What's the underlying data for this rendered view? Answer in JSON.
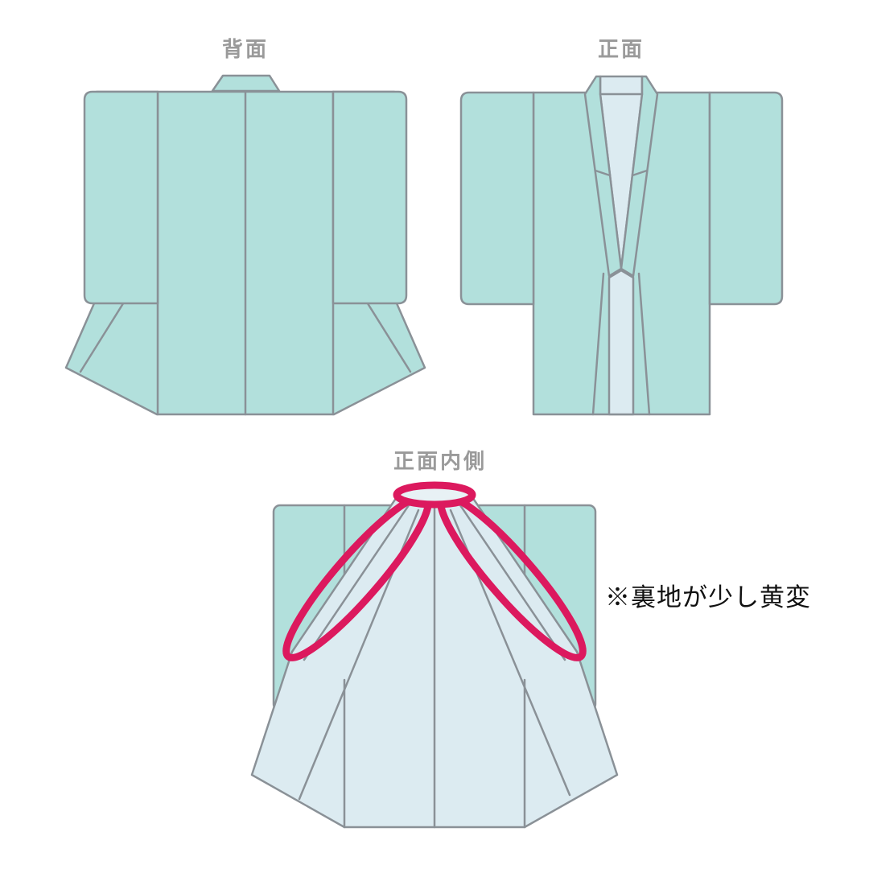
{
  "page": {
    "background": "#ffffff",
    "description": "Kimono condition diagram with back view, front view and inside-front view"
  },
  "diagrams": {
    "back": {
      "label": "背面"
    },
    "front": {
      "label": "正面"
    },
    "inside": {
      "label": "正面内側"
    }
  },
  "note": {
    "text": "※裏地が少し黄変"
  },
  "colors": {
    "garment_teal": "#b2e0dc",
    "lining_blue": "#dcebf1",
    "neck_opening": "#e8f1f5",
    "outline_gray": "#8a9197",
    "highlight_pink": "#dc195e",
    "label_gray": "#9a9a9a",
    "note_black": "#111111"
  }
}
